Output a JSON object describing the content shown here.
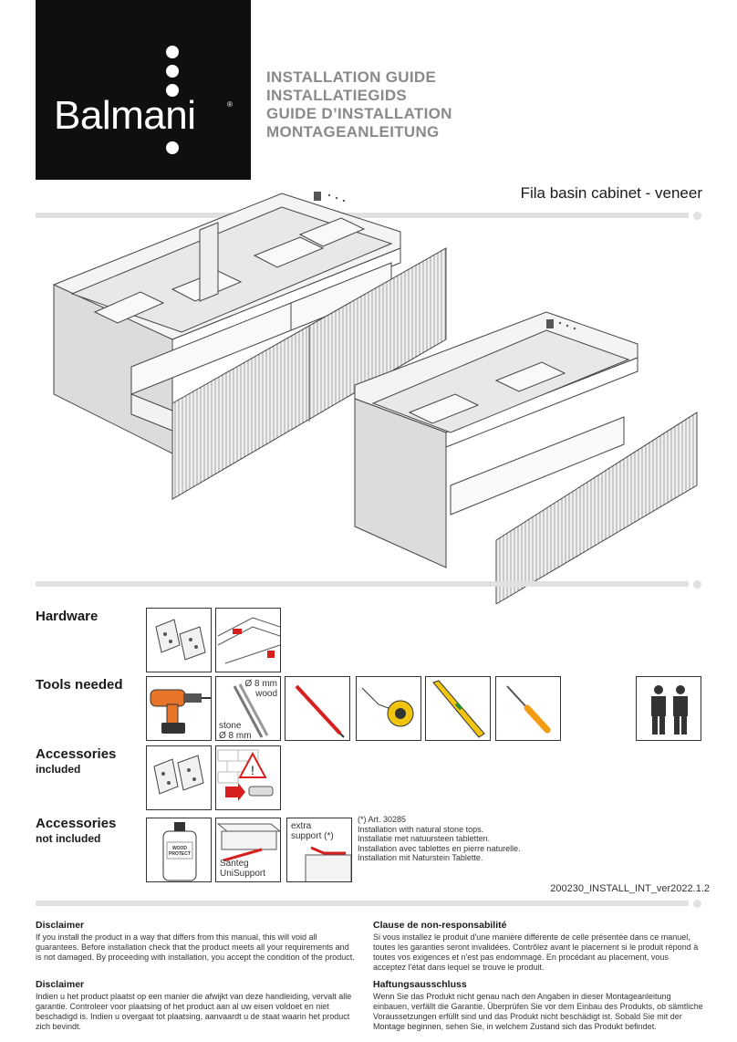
{
  "brand": {
    "logo_text": "Balmani",
    "logo_reg": "®"
  },
  "titles": [
    "INSTALLATION GUIDE",
    "INSTALLATIEGIDS",
    "GUIDE D’INSTALLATION",
    "MONTAGEANLEITUNG"
  ],
  "product_title": "Fila basin cabinet - veneer",
  "sections": {
    "hardware": {
      "label": "Hardware"
    },
    "tools": {
      "label": "Tools needed",
      "drill_bit_wood": [
        "Ø 8 mm",
        "wood"
      ],
      "drill_bit_stone": [
        "stone",
        "Ø 8 mm"
      ]
    },
    "accessories_included": {
      "label": "Accessories",
      "sub": "included"
    },
    "accessories_not_included": {
      "label": "Accessories",
      "sub": "not included",
      "wood_protect": [
        "WOOD",
        "PROTECT"
      ],
      "santeg": [
        "Santeg",
        "UniSupport"
      ],
      "extra_support": [
        "extra",
        "support (*)"
      ]
    }
  },
  "note": {
    "lines": [
      "(*) Art. 30285",
      "Installation with natural stone tops.",
      "Installatie met natuursteen tabletten.",
      "Installation avec tablettes en pierre naturelle.",
      "Installation mit Naturstein Tablette."
    ]
  },
  "version": "200230_INSTALL_INT_ver2022.1.2",
  "disclaimers": [
    {
      "title": "Disclaimer",
      "text": "If you install the product in a way that differs from this manual, this will void all guarantees. Before installation check that the product meets all your requirements and is not damaged. By proceeding with installation, you accept the condition of the product."
    },
    {
      "title": "Clause de non-responsabilité",
      "text": "Si vous installez le produit d'une manière différente de celle présentée dans ce manuel, toutes les garanties seront invalidées. Contrôlez avant le placement si le produit répond à toutes vos exigences et n'est pas endommagé. En procédant au placement, vous acceptez l'état dans lequel se trouve le produit."
    },
    {
      "title": "Disclaimer",
      "text": "Indien u het product plaatst op een manier die afwijkt van deze handleiding, vervalt alle garantie. Controleer voor plaatsing of het product aan al uw eisen voldoet en niet beschadigd is. Indien u overgaat tot plaatsing, aanvaardt u de staat waarin het product zich bevindt."
    },
    {
      "title": "Haftungsausschluss",
      "text": "Wenn Sie das Produkt nicht genau nach den Angaben in dieser Montageanleitung einbauen, verfällt die Garantie. Überprüfen Sie vor dem Einbau des Produkts, ob sämtliche Voraussetzungen erfüllt sind und das Produkt nicht beschädigt ist. Sobald Sie mit der Montage beginnen, sehen Sie, in welchem Zustand sich das Produkt befindet."
    }
  ],
  "colors": {
    "logo_bg": "#0f0f0f",
    "title_grey": "#8a8a8a",
    "bar_grey": "#e1e1e1",
    "warning_red": "#d62020"
  },
  "icons": [
    "drill-icon",
    "drill-bit-icon",
    "pencil-icon",
    "tape-measure-icon",
    "spirit-level-icon",
    "screwdriver-icon",
    "two-person-icon",
    "wall-plug-icon",
    "warning-icon"
  ]
}
